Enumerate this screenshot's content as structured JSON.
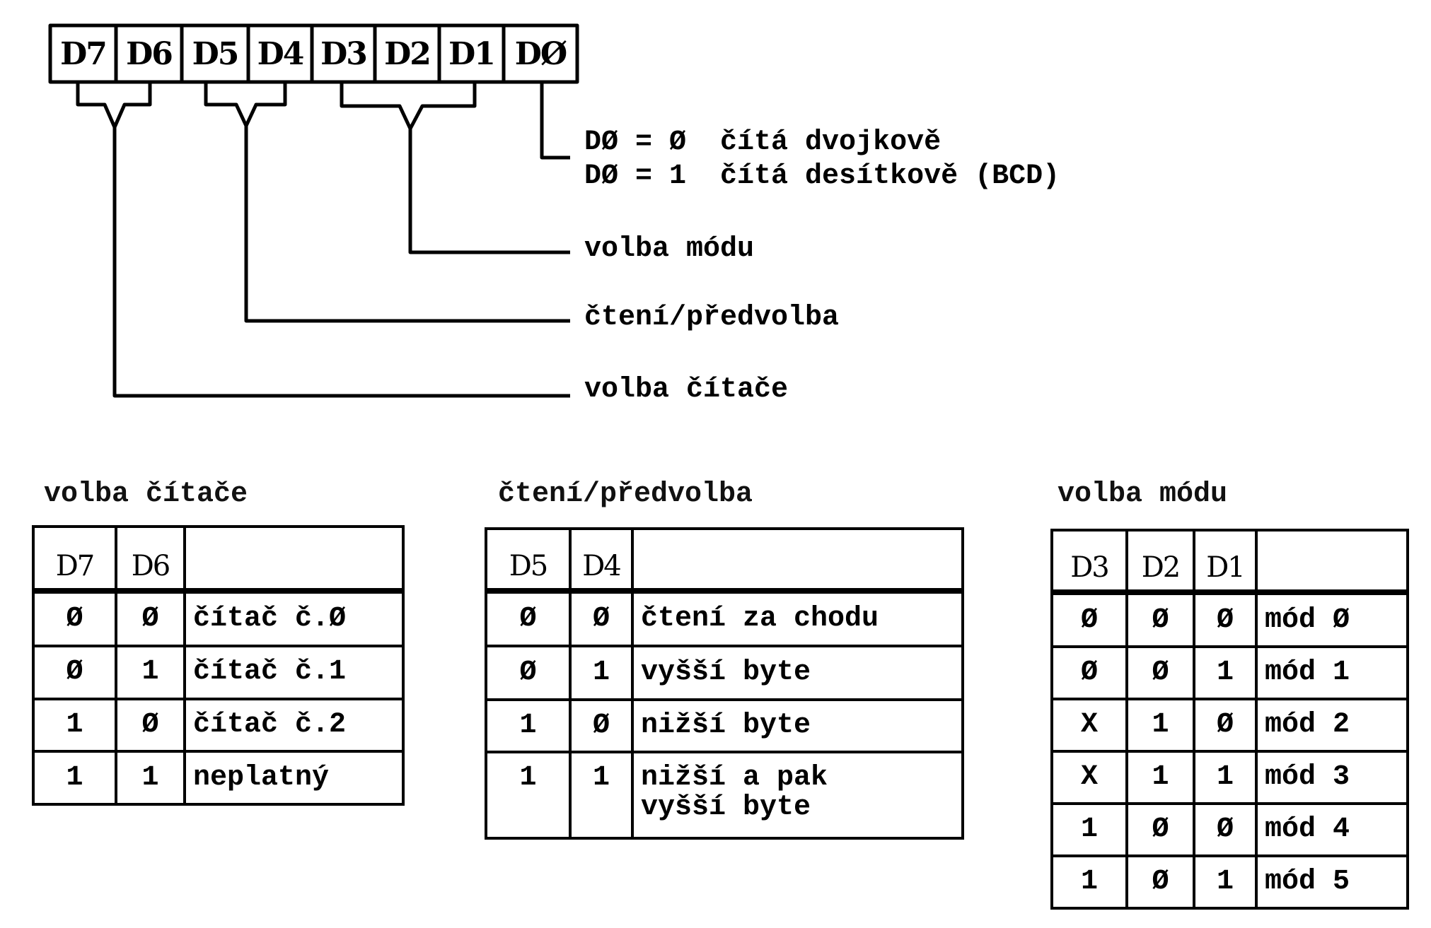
{
  "register": {
    "bits": [
      "D7",
      "D6",
      "D5",
      "D4",
      "D3",
      "D2",
      "D1",
      "DØ"
    ]
  },
  "annotations": {
    "d0_line1": "DØ = Ø  čítá dvojkově",
    "d0_line2": "DØ = 1  čítá desítkově (BCD)",
    "mode_select": "volba módu",
    "read_load": "čtení/předvolba",
    "counter_select": "volba čítače"
  },
  "tables": {
    "counter": {
      "title": "volba čítače",
      "headers": [
        "D7",
        "D6",
        ""
      ],
      "rows": [
        [
          "Ø",
          "Ø",
          "čítač č.Ø"
        ],
        [
          "Ø",
          "1",
          "čítač č.1"
        ],
        [
          "1",
          "Ø",
          "čítač č.2"
        ],
        [
          "1",
          "1",
          "neplatný"
        ]
      ]
    },
    "readload": {
      "title": "čtení/předvolba",
      "headers": [
        "D5",
        "D4",
        ""
      ],
      "rows": [
        [
          "Ø",
          "Ø",
          "čtení za chodu"
        ],
        [
          "Ø",
          "1",
          "vyšší byte"
        ],
        [
          "1",
          "Ø",
          "nižší byte"
        ],
        [
          "1",
          "1",
          "nižší a pak\nvyšší byte"
        ]
      ]
    },
    "mode": {
      "title": "volba módu",
      "headers": [
        "D3",
        "D2",
        "D1",
        ""
      ],
      "rows": [
        [
          "Ø",
          "Ø",
          "Ø",
          "mód Ø"
        ],
        [
          "Ø",
          "Ø",
          "1",
          "mód 1"
        ],
        [
          "X",
          "1",
          "Ø",
          "mód 2"
        ],
        [
          "X",
          "1",
          "1",
          "mód 3"
        ],
        [
          "1",
          "Ø",
          "Ø",
          "mód 4"
        ],
        [
          "1",
          "Ø",
          "1",
          "mód 5"
        ]
      ]
    }
  }
}
